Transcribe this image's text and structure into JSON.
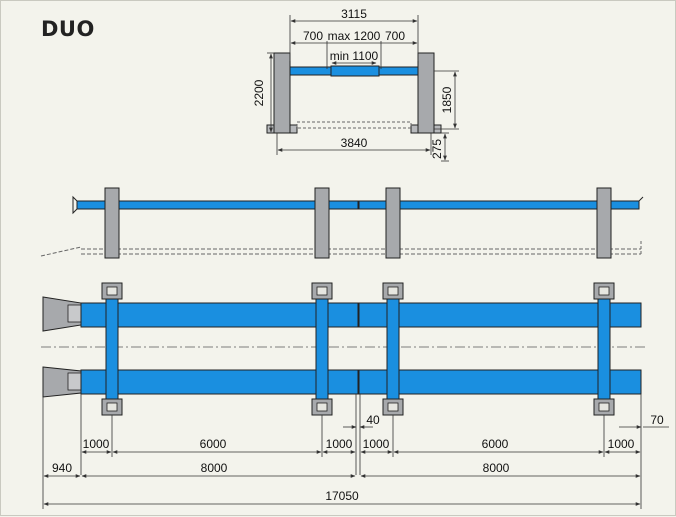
{
  "title": "DUO",
  "colors": {
    "background": "#f3f3ec",
    "runway_blue": "#1a8fe0",
    "post_gray": "#a7a9ac",
    "outline": "#222222",
    "dim_line": "#333333"
  },
  "front_view": {
    "width_total": "3115",
    "side_left": "700",
    "middle_max": "max 1200",
    "side_right": "700",
    "middle_min": "min 1100",
    "height_total": "2200",
    "lift_height": "1850",
    "base_width": "3840",
    "base_height": "275"
  },
  "plan_view": {
    "gap": "40",
    "end_gap": "70",
    "seg_1000_a": "1000",
    "seg_6000_a": "6000",
    "seg_1000_b": "1000",
    "seg_1000_c": "1000",
    "seg_6000_b": "6000",
    "seg_1000_d": "1000",
    "seg_940": "940",
    "seg_8000_a": "8000",
    "seg_8000_b": "8000",
    "total": "17050"
  }
}
